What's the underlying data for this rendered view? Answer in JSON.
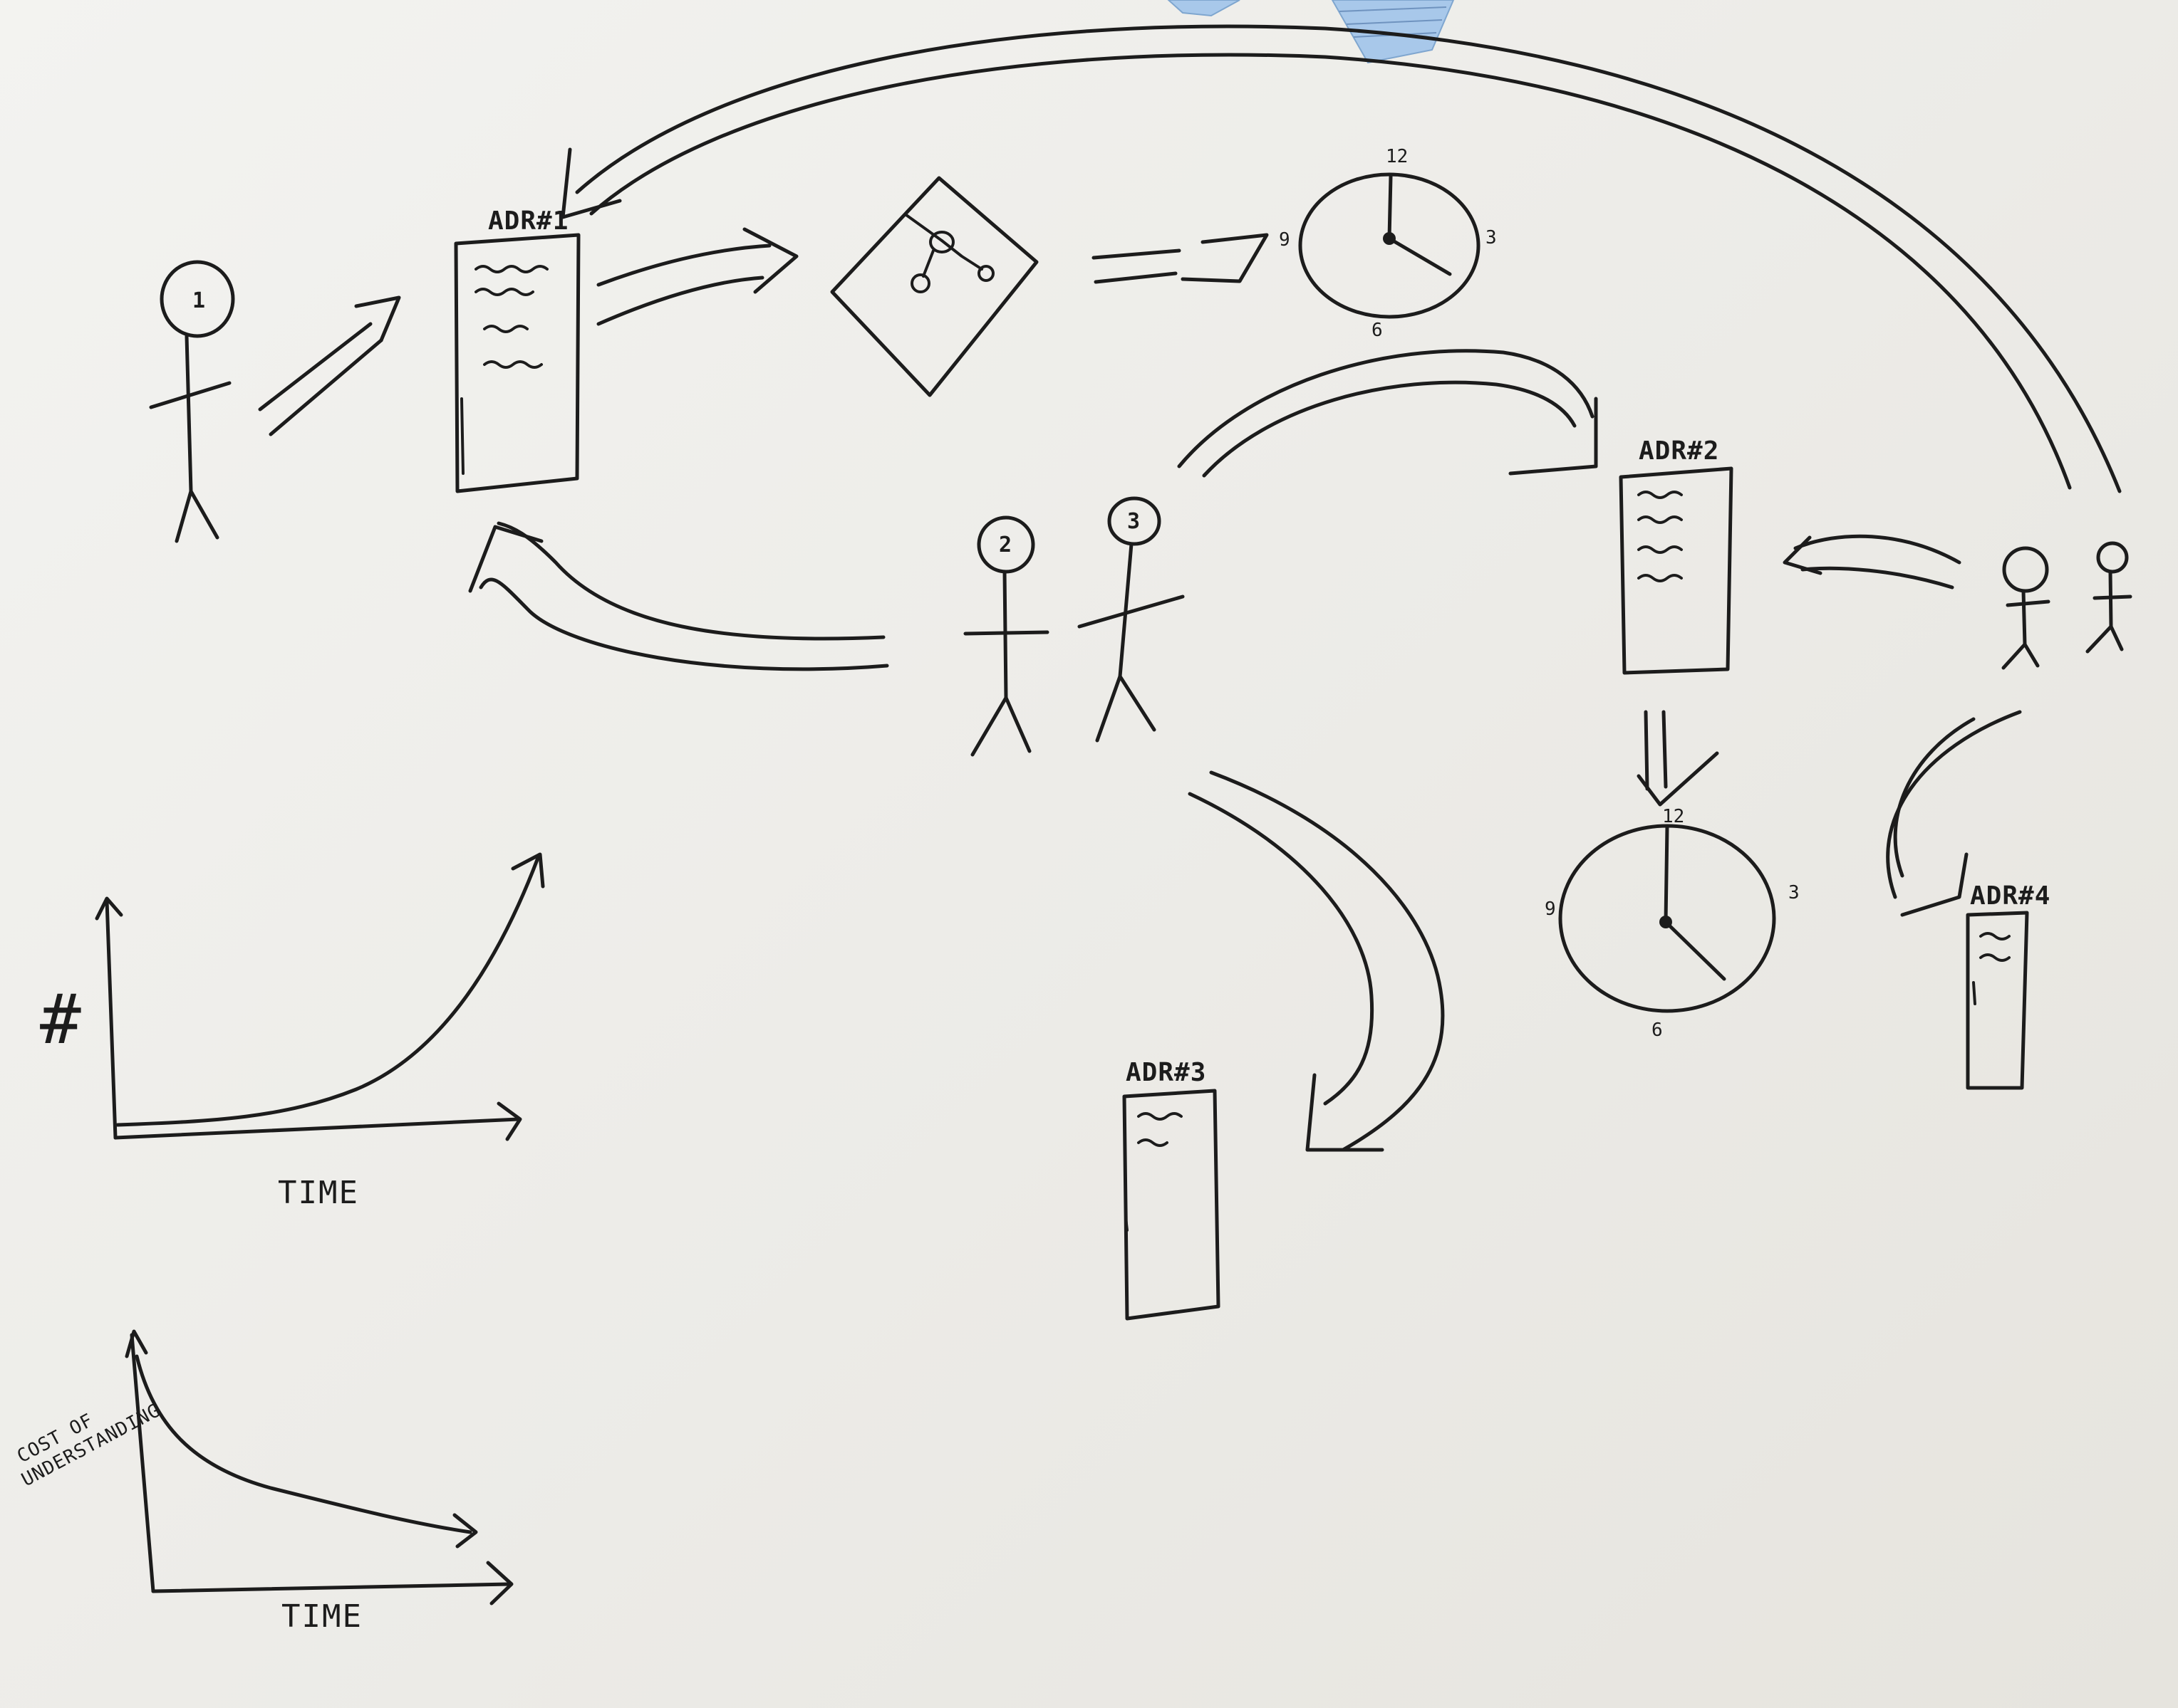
{
  "records": {
    "adr1": "ADR#1",
    "adr2": "ADR#2",
    "adr3": "ADR#3",
    "adr4": "ADR#4"
  },
  "people": {
    "p1": "1",
    "p2": "2",
    "p3": "3"
  },
  "clock_top": {
    "n12": "12",
    "n3": "3",
    "n6": "6",
    "n9": "9"
  },
  "clock_bottom": {
    "n12": "12",
    "n3": "3",
    "n6": "6",
    "n9": "9"
  },
  "chart_data": [
    {
      "type": "line",
      "ylabel": "#",
      "xlabel": "TIME",
      "trend": "increasing-exponential"
    },
    {
      "type": "line",
      "ylabel_lines": [
        "COST OF",
        "UNDERSTANDING"
      ],
      "xlabel": "TIME",
      "trend": "decreasing-decay"
    }
  ],
  "colors": {
    "ink": "#1c1c1c",
    "paper": "#efefeb",
    "sticky_note": "#a8c8ea"
  }
}
